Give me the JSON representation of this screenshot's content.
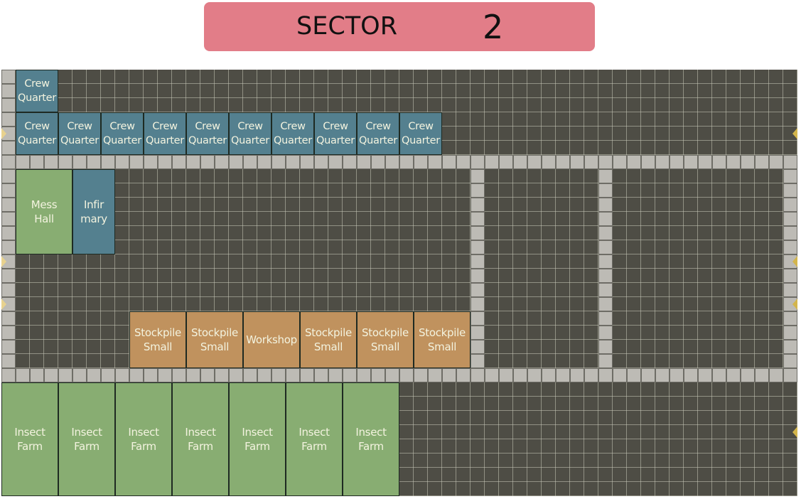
{
  "header": {
    "label": "SECTOR",
    "number": "2"
  },
  "rooms": {
    "crew_top": "Crew\nQuarter",
    "crew_row": [
      "Crew\nQuarter",
      "Crew\nQuarter",
      "Crew\nQuarter",
      "Crew\nQuarter",
      "Crew\nQuarter",
      "Crew\nQuarter",
      "Crew\nQuarter",
      "Crew\nQuarter",
      "Crew\nQuarter",
      "Crew\nQuarter"
    ],
    "mess_hall": "Mess\nHall",
    "infirmary": "Infir\nmary",
    "storage_row": [
      "Stockpile\nSmall",
      "Stockpile\nSmall",
      "Workshop",
      "Stockpile\nSmall",
      "Stockpile\nSmall",
      "Stockpile\nSmall"
    ],
    "farms": [
      "Insect\nFarm",
      "Insect\nFarm",
      "Insect\nFarm",
      "Insect\nFarm",
      "Insect\nFarm",
      "Insect\nFarm",
      "Insect\nFarm"
    ]
  },
  "colors": {
    "banner": "#e27d88",
    "crew": "#54808f",
    "green": "#88ad72",
    "storage": "#c0925e",
    "floor": "#4e4d45",
    "corridor": "#bdbbb5"
  }
}
